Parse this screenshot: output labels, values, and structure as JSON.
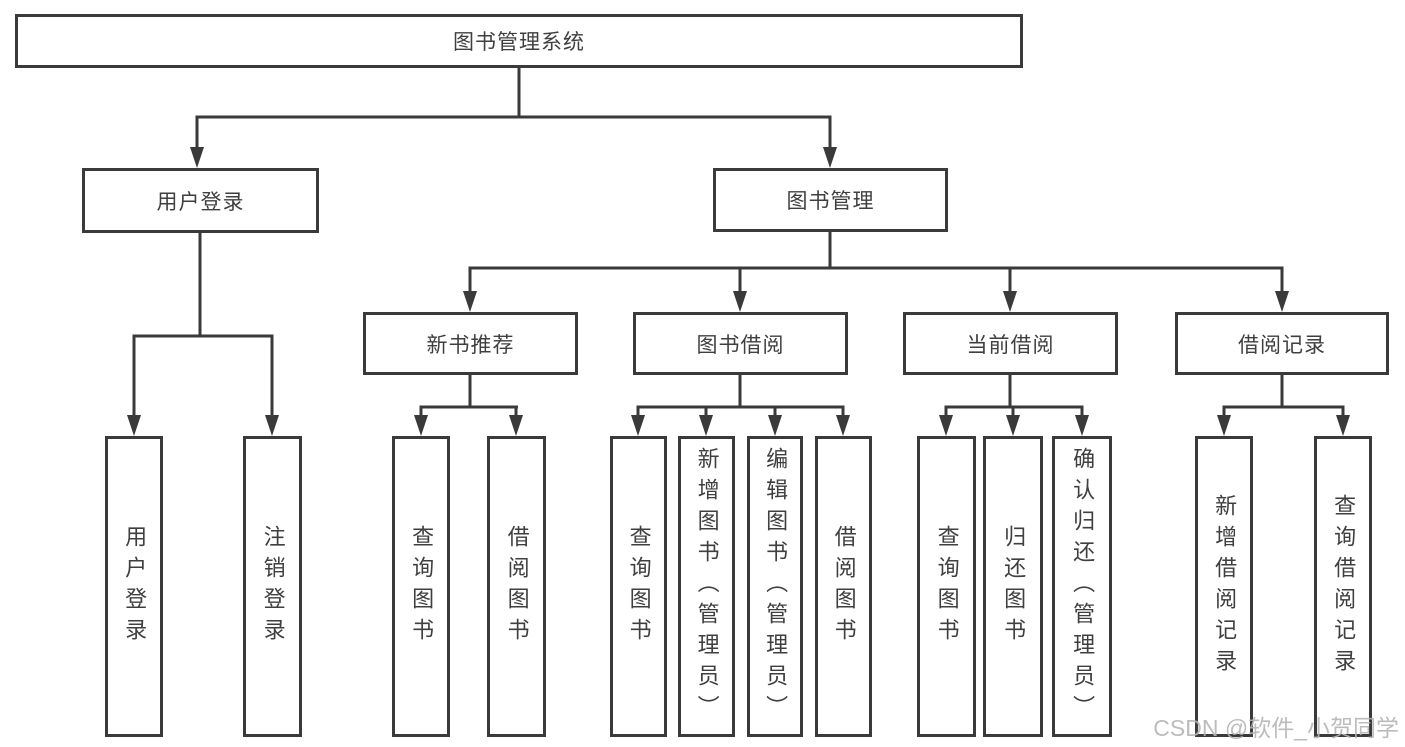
{
  "diagram": {
    "title": "图书管理系统",
    "branches": [
      {
        "label": "用户登录",
        "children": [
          {
            "label": "用户登录"
          },
          {
            "label": "注销登录"
          }
        ]
      },
      {
        "label": "图书管理",
        "children": [
          {
            "label": "新书推荐",
            "children": [
              {
                "label": "查询图书"
              },
              {
                "label": "借阅图书"
              }
            ]
          },
          {
            "label": "图书借阅",
            "children": [
              {
                "label": "查询图书"
              },
              {
                "label": "新增图书（管理员）"
              },
              {
                "label": "编辑图书（管理员）"
              },
              {
                "label": "借阅图书"
              }
            ]
          },
          {
            "label": "当前借阅",
            "children": [
              {
                "label": "查询图书"
              },
              {
                "label": "归还图书"
              },
              {
                "label": "确认归还（管理员）"
              }
            ]
          },
          {
            "label": "借阅记录",
            "children": [
              {
                "label": "新增借阅记录"
              },
              {
                "label": "查询借阅记录"
              }
            ]
          }
        ]
      }
    ]
  },
  "watermark": {
    "text": "CSDN @软件_小贺同学"
  },
  "colors": {
    "line": "#3a3a3a",
    "text": "#3f3f3f",
    "watermark": "#b5b5b5"
  }
}
